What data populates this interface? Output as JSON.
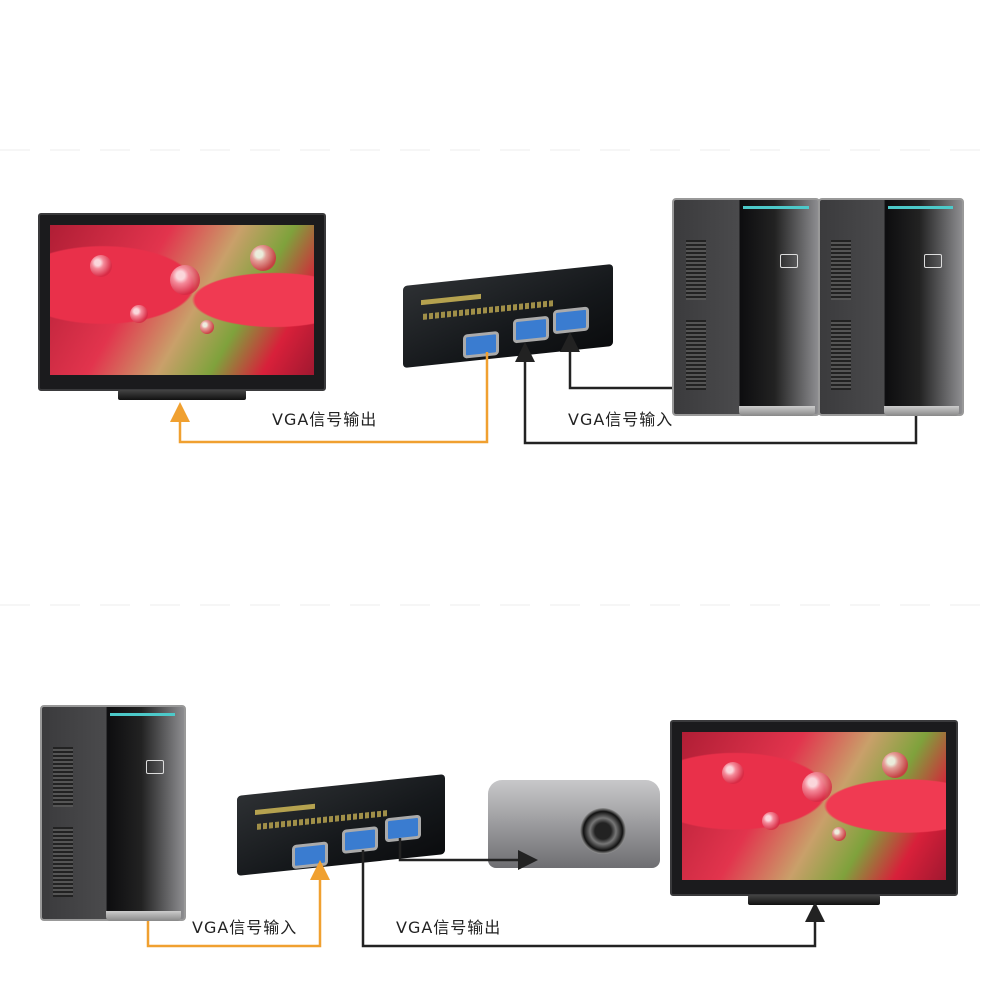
{
  "scenario_top": {
    "output_label": "VGA信号输出",
    "input_label": "VGA信号输入"
  },
  "scenario_bottom": {
    "input_label": "VGA信号输入",
    "output_label": "VGA信号输出"
  },
  "colors": {
    "output_line": "#f0a030",
    "input_line": "#222222"
  }
}
